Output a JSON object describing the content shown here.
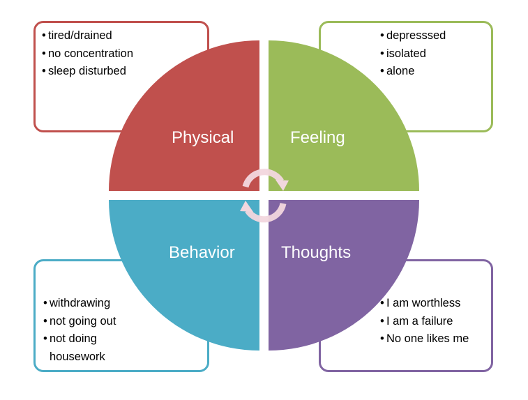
{
  "quadrants": {
    "physical": {
      "label": "Physical",
      "color": "#c0504d",
      "items": [
        "tired/drained",
        "no concentration",
        "sleep disturbed"
      ]
    },
    "feeling": {
      "label": "Feeling",
      "color": "#9bbb59",
      "items": [
        "depresssed",
        "isolated",
        "alone"
      ]
    },
    "behavior": {
      "label": "Behavior",
      "color": "#4bacc6",
      "items": [
        "withdrawing",
        "not going out",
        "not doing housework"
      ]
    },
    "thoughts": {
      "label": "Thoughts",
      "color": "#8064a2",
      "items": [
        "I am worthless",
        "I am a failure",
        "No one likes me"
      ]
    }
  },
  "cycle_arrows": {
    "color": "#f2d7de",
    "icon": "circular-arrows-icon"
  }
}
